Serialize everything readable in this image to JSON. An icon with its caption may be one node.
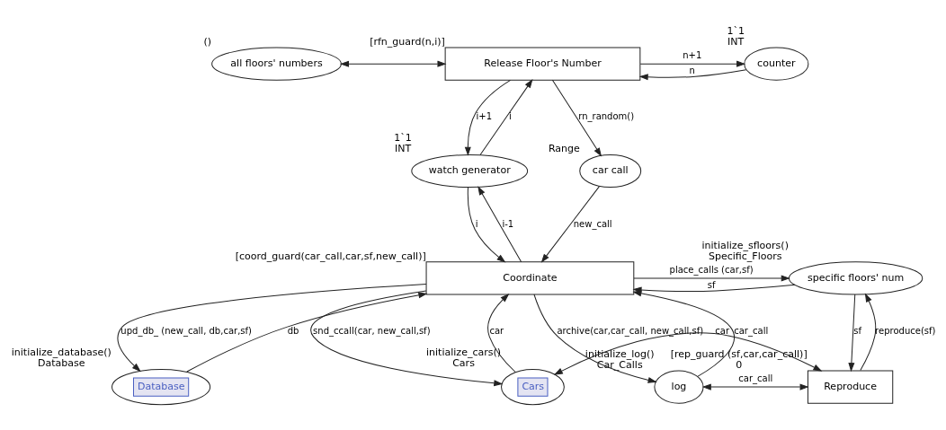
{
  "diagram": {
    "nodes": [
      {
        "text": [
          "all floors' numbers"
        ],
        "beside": [
          "()"
        ]
      },
      {
        "text": [
          "Release Floor's Number"
        ],
        "beside": [
          "[rfn_guard(n,i)]"
        ]
      },
      {
        "text": [
          "counter"
        ],
        "beside": [
          "1`1",
          "INT"
        ]
      },
      {
        "text": [
          "watch generator"
        ],
        "beside": [
          "1`1",
          "INT"
        ]
      },
      {
        "text": [
          "car call"
        ],
        "beside": [
          "Range"
        ]
      },
      {
        "text": [
          "Coordinate"
        ],
        "beside": [
          "[coord_guard(car_call,car,sf,new_call)]"
        ]
      },
      {
        "text": [
          "specific floors' num"
        ],
        "beside": [
          "initialize_sfloors()",
          "Specific_Floors"
        ]
      },
      {
        "text": [
          "Database"
        ],
        "beside": [
          "initialize_database()",
          "Database"
        ]
      },
      {
        "text": [
          "Cars"
        ],
        "beside": [
          "initialize_cars()",
          "Cars"
        ]
      },
      {
        "text": [
          "log"
        ],
        "beside": [
          "initialize_log()",
          "Car_Calls"
        ]
      },
      {
        "text": [
          "Reproduce"
        ],
        "beside": [
          "[rep_guard (sf,car,car_call)]",
          "0"
        ]
      }
    ],
    "edges": [
      {
        "from": 0,
        "to": 1,
        "arrow": "both"
      },
      {
        "from": 2,
        "to": 1,
        "arrow": "to",
        "label": "n"
      },
      {
        "from": 1,
        "to": 2,
        "arrow": "to",
        "label": "n+1"
      },
      {
        "from": 3,
        "to": 1,
        "arrow": "to",
        "label": "i"
      },
      {
        "from": 1,
        "to": 3,
        "arrow": "to",
        "label": "i+1"
      },
      {
        "from": 3,
        "to": 5,
        "arrow": "to",
        "label": "i"
      },
      {
        "from": 5,
        "to": 3,
        "arrow": "to",
        "label": "i-1"
      },
      {
        "from": 1,
        "to": 4,
        "arrow": "to",
        "label": "rn_random()"
      },
      {
        "from": 4,
        "to": 5,
        "arrow": "to",
        "label": "new_call"
      },
      {
        "from": 6,
        "to": 5,
        "arrow": "to",
        "label": "sf"
      },
      {
        "from": 5,
        "to": 6,
        "arrow": "to",
        "label": "place_calls (car,sf)"
      },
      {
        "from": 7,
        "to": 5,
        "arrow": "to",
        "label": "db"
      },
      {
        "from": 5,
        "to": 7,
        "arrow": "to",
        "label": "upd_db_ (new_call, db,car,sf)"
      },
      {
        "from": 5,
        "to": 8,
        "arrow": "to",
        "label": "snd_ccall(car, new_call,sf)"
      },
      {
        "from": 8,
        "to": 5,
        "arrow": "to",
        "label": "car"
      },
      {
        "from": 9,
        "to": 5,
        "arrow": "to",
        "label": "car_call"
      },
      {
        "from": 5,
        "to": 9,
        "arrow": "to",
        "label": "archive(car,car_call, new_call,sf)"
      },
      {
        "from": 6,
        "to": 10,
        "arrow": "to",
        "label": "sf"
      },
      {
        "from": 10,
        "to": 6,
        "arrow": "to",
        "label": "reproduce(sf)"
      },
      {
        "from": 9,
        "to": 10,
        "arrow": "both",
        "label": "car_call"
      },
      {
        "from": 8,
        "to": 10,
        "arrow": "both",
        "label": "car"
      }
    ]
  }
}
